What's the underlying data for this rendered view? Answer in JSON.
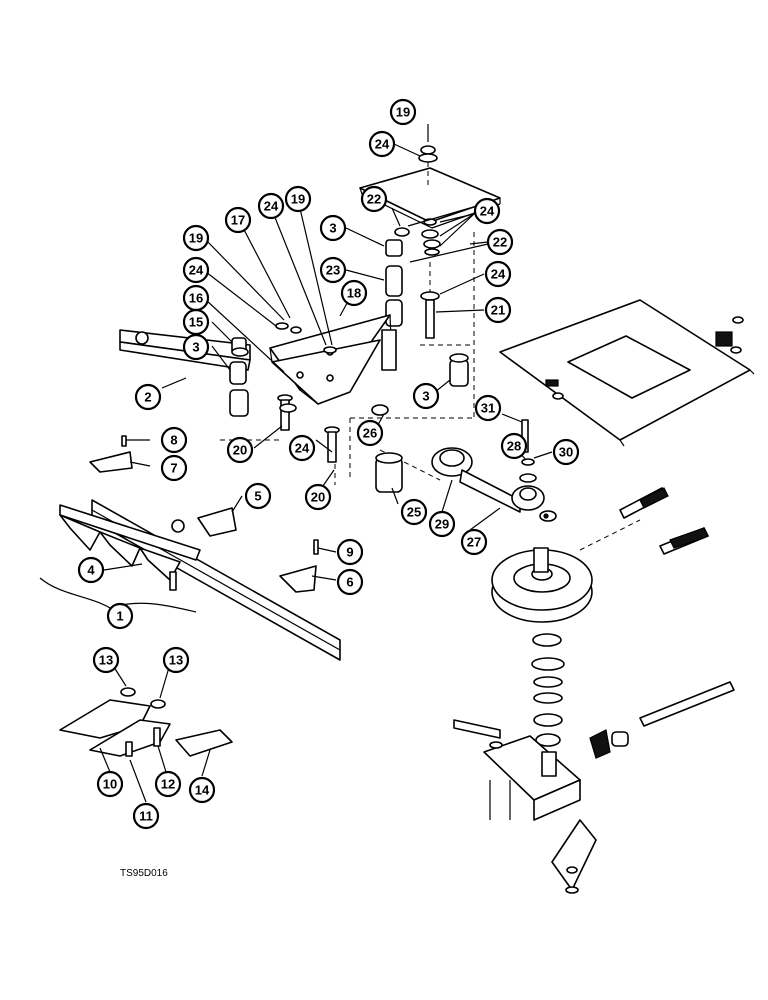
{
  "callouts": [
    {
      "label": "19"
    },
    {
      "label": "24"
    },
    {
      "label": "22"
    },
    {
      "label": "24"
    },
    {
      "label": "3"
    },
    {
      "label": "22"
    },
    {
      "label": "23"
    },
    {
      "label": "24"
    },
    {
      "label": "21"
    },
    {
      "label": "19"
    },
    {
      "label": "17"
    },
    {
      "label": "24"
    },
    {
      "label": "19"
    },
    {
      "label": "24"
    },
    {
      "label": "16"
    },
    {
      "label": "18"
    },
    {
      "label": "15"
    },
    {
      "label": "3"
    },
    {
      "label": "2"
    },
    {
      "label": "3"
    },
    {
      "label": "31"
    },
    {
      "label": "28"
    },
    {
      "label": "30"
    },
    {
      "label": "26"
    },
    {
      "label": "20"
    },
    {
      "label": "24"
    },
    {
      "label": "8"
    },
    {
      "label": "7"
    },
    {
      "label": "20"
    },
    {
      "label": "25"
    },
    {
      "label": "29"
    },
    {
      "label": "27"
    },
    {
      "label": "5"
    },
    {
      "label": "9"
    },
    {
      "label": "6"
    },
    {
      "label": "4"
    },
    {
      "label": "1"
    },
    {
      "label": "13"
    },
    {
      "label": "13"
    },
    {
      "label": "10"
    },
    {
      "label": "11"
    },
    {
      "label": "12"
    },
    {
      "label": "14"
    }
  ],
  "drawing_code": "TS95D016"
}
